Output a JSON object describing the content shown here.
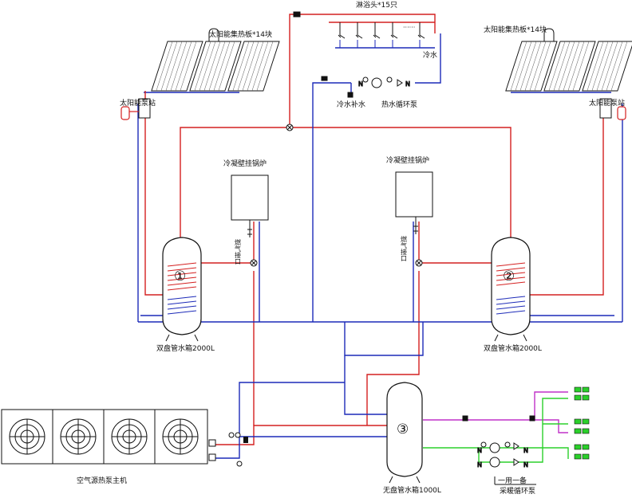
{
  "labels": {
    "shower": "淋浴头*15只",
    "solar_panel_left": "太阳能集热板*14块",
    "solar_panel_right": "太阳能集热板*14块",
    "solar_station_left": "太阳能泵站",
    "solar_station_right": "太阳能泵站",
    "cold_water": "冷水",
    "makeup_water": "冷水补水",
    "hot_pump": "热水循环泵",
    "boiler_left": "冷凝壁挂锅炉",
    "boiler_right": "冷凝壁挂锅炉",
    "gas_left": "燃气接口",
    "gas_right": "燃气接口",
    "tank1_num": "①",
    "tank2_num": "②",
    "tank3_num": "③",
    "tank1_label": "双盘管水箱2000L",
    "tank2_label": "双盘管水箱2000L",
    "tank3_label": "无盘管水箱1000L",
    "heat_pump": "空气源热泵主机",
    "standby": "一用一备",
    "heating_pump": "采暖循环泵"
  },
  "colors": {
    "hot": "#d42020",
    "cold": "#1c2ab8",
    "heating_supply": "#2bd02b",
    "heating_return": "#c030c8",
    "line": "#222222"
  }
}
